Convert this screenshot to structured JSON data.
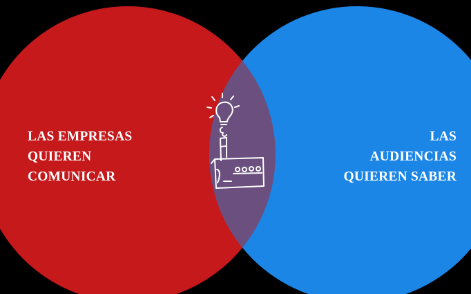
{
  "diagram": {
    "type": "venn",
    "colors": {
      "background": "#000000",
      "left_circle": "#c5191b",
      "right_circle": "#1b86e6",
      "intersection": "#6b507f",
      "text": "#ffffff"
    },
    "left": {
      "lines": [
        "LAS EMPRESAS",
        "QUIEREN",
        "COMUNICAR"
      ]
    },
    "right": {
      "lines": [
        "LAS",
        "AUDIENCIAS",
        "QUIEREN SABER"
      ]
    },
    "intersection_icon": "factory-lightbulb-icon"
  }
}
